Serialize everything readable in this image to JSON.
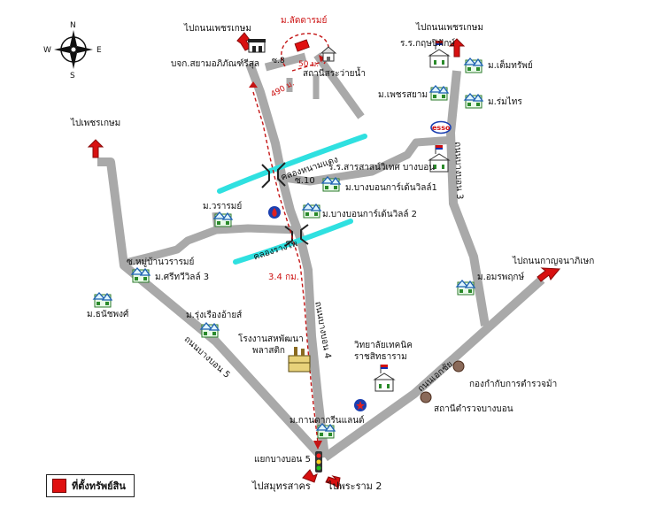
{
  "colors": {
    "road": "#a9a9a9",
    "canal": "#2fe0e0",
    "arrow": "#d81010",
    "route": "#c41414",
    "property": "#e01010"
  },
  "compass": {
    "n": "N",
    "s": "S",
    "e": "E",
    "w": "W"
  },
  "property_label": "ม.ลัดดารมย์",
  "distances": {
    "d50": "50 ม.",
    "d490": "490 ม.",
    "d34": "3.4 กม."
  },
  "roads": {
    "soi8": "ซ.8",
    "soi10": "ซ.10",
    "bangbon3": "ถนนบางบอน 3",
    "bangbon4": "ถนนบางบอน 4",
    "bangbon5": "ถนนบางบอน 5",
    "ekachai": "ถนนเอกชัย",
    "village_soi": "ซ.หมู่บ้านวรารมย์"
  },
  "canals": {
    "nongyai": "คลองหนามแดง",
    "rangpo": "คลองรางโพ"
  },
  "directions": {
    "to_phetkasem_road_1": "ไปถนนเพชรเกษม",
    "to_phetkasem_road_2": "ไปถนนเพชรเกษม",
    "to_phetkasem": "ไปเพชรเกษม",
    "to_kanchanaphisek": "ไปถนนกาญจนาภิเษก",
    "to_samut_sakhon": "ไปสมุทรสาคร",
    "to_rama2": "ไปพระราม 2",
    "junction": "แยกบางบอน 5"
  },
  "places": {
    "siam_makro": "บจก.สยามอภิภัณฑ์รีสุล",
    "station": "สถานีสระว่ายน้ำ",
    "school_kritpich": "ร.ร.กฤษปิฟักษ์",
    "dermsap": "ม.เต็มทรัพย์",
    "phetsiam": "ม.เพชรสยาม",
    "rommai": "ม.ร่มไทร",
    "school_sarasas": "ร.ร.สารสาสน์วิเทศ บางบอน",
    "bangbon_garden1": "ม.บางบอนการ์เด้นวิลล์1",
    "bangbon_garden2": "ม.บางบอนการ์เด้นวิลล์ 2",
    "wararom": "ม.วรารมย์",
    "sriviville": "ม.ศรีทวีวิลล์ 3",
    "thanapong": "ม.ธนัชพงศ์",
    "rungruang": "ม.รุ่งเรืองอ้ายส์",
    "factory_1": "โรงงานสหพัฒนา",
    "factory_2": "พลาสติก",
    "college_1": "วิทยาลัยเทคนิค",
    "college_2": "ราชสิทธาราม",
    "amarin": "ม.อมรพฤกษ์",
    "police_battalion": "กองกำกับการตำรวจม้า",
    "police_station": "สถานีตำรวจบางบอน",
    "kanda_green": "ม.กานดากรีนแลนด์"
  },
  "esso": "esso",
  "legend": {
    "text": "ที่ตั้งทรัพย์สิน"
  }
}
